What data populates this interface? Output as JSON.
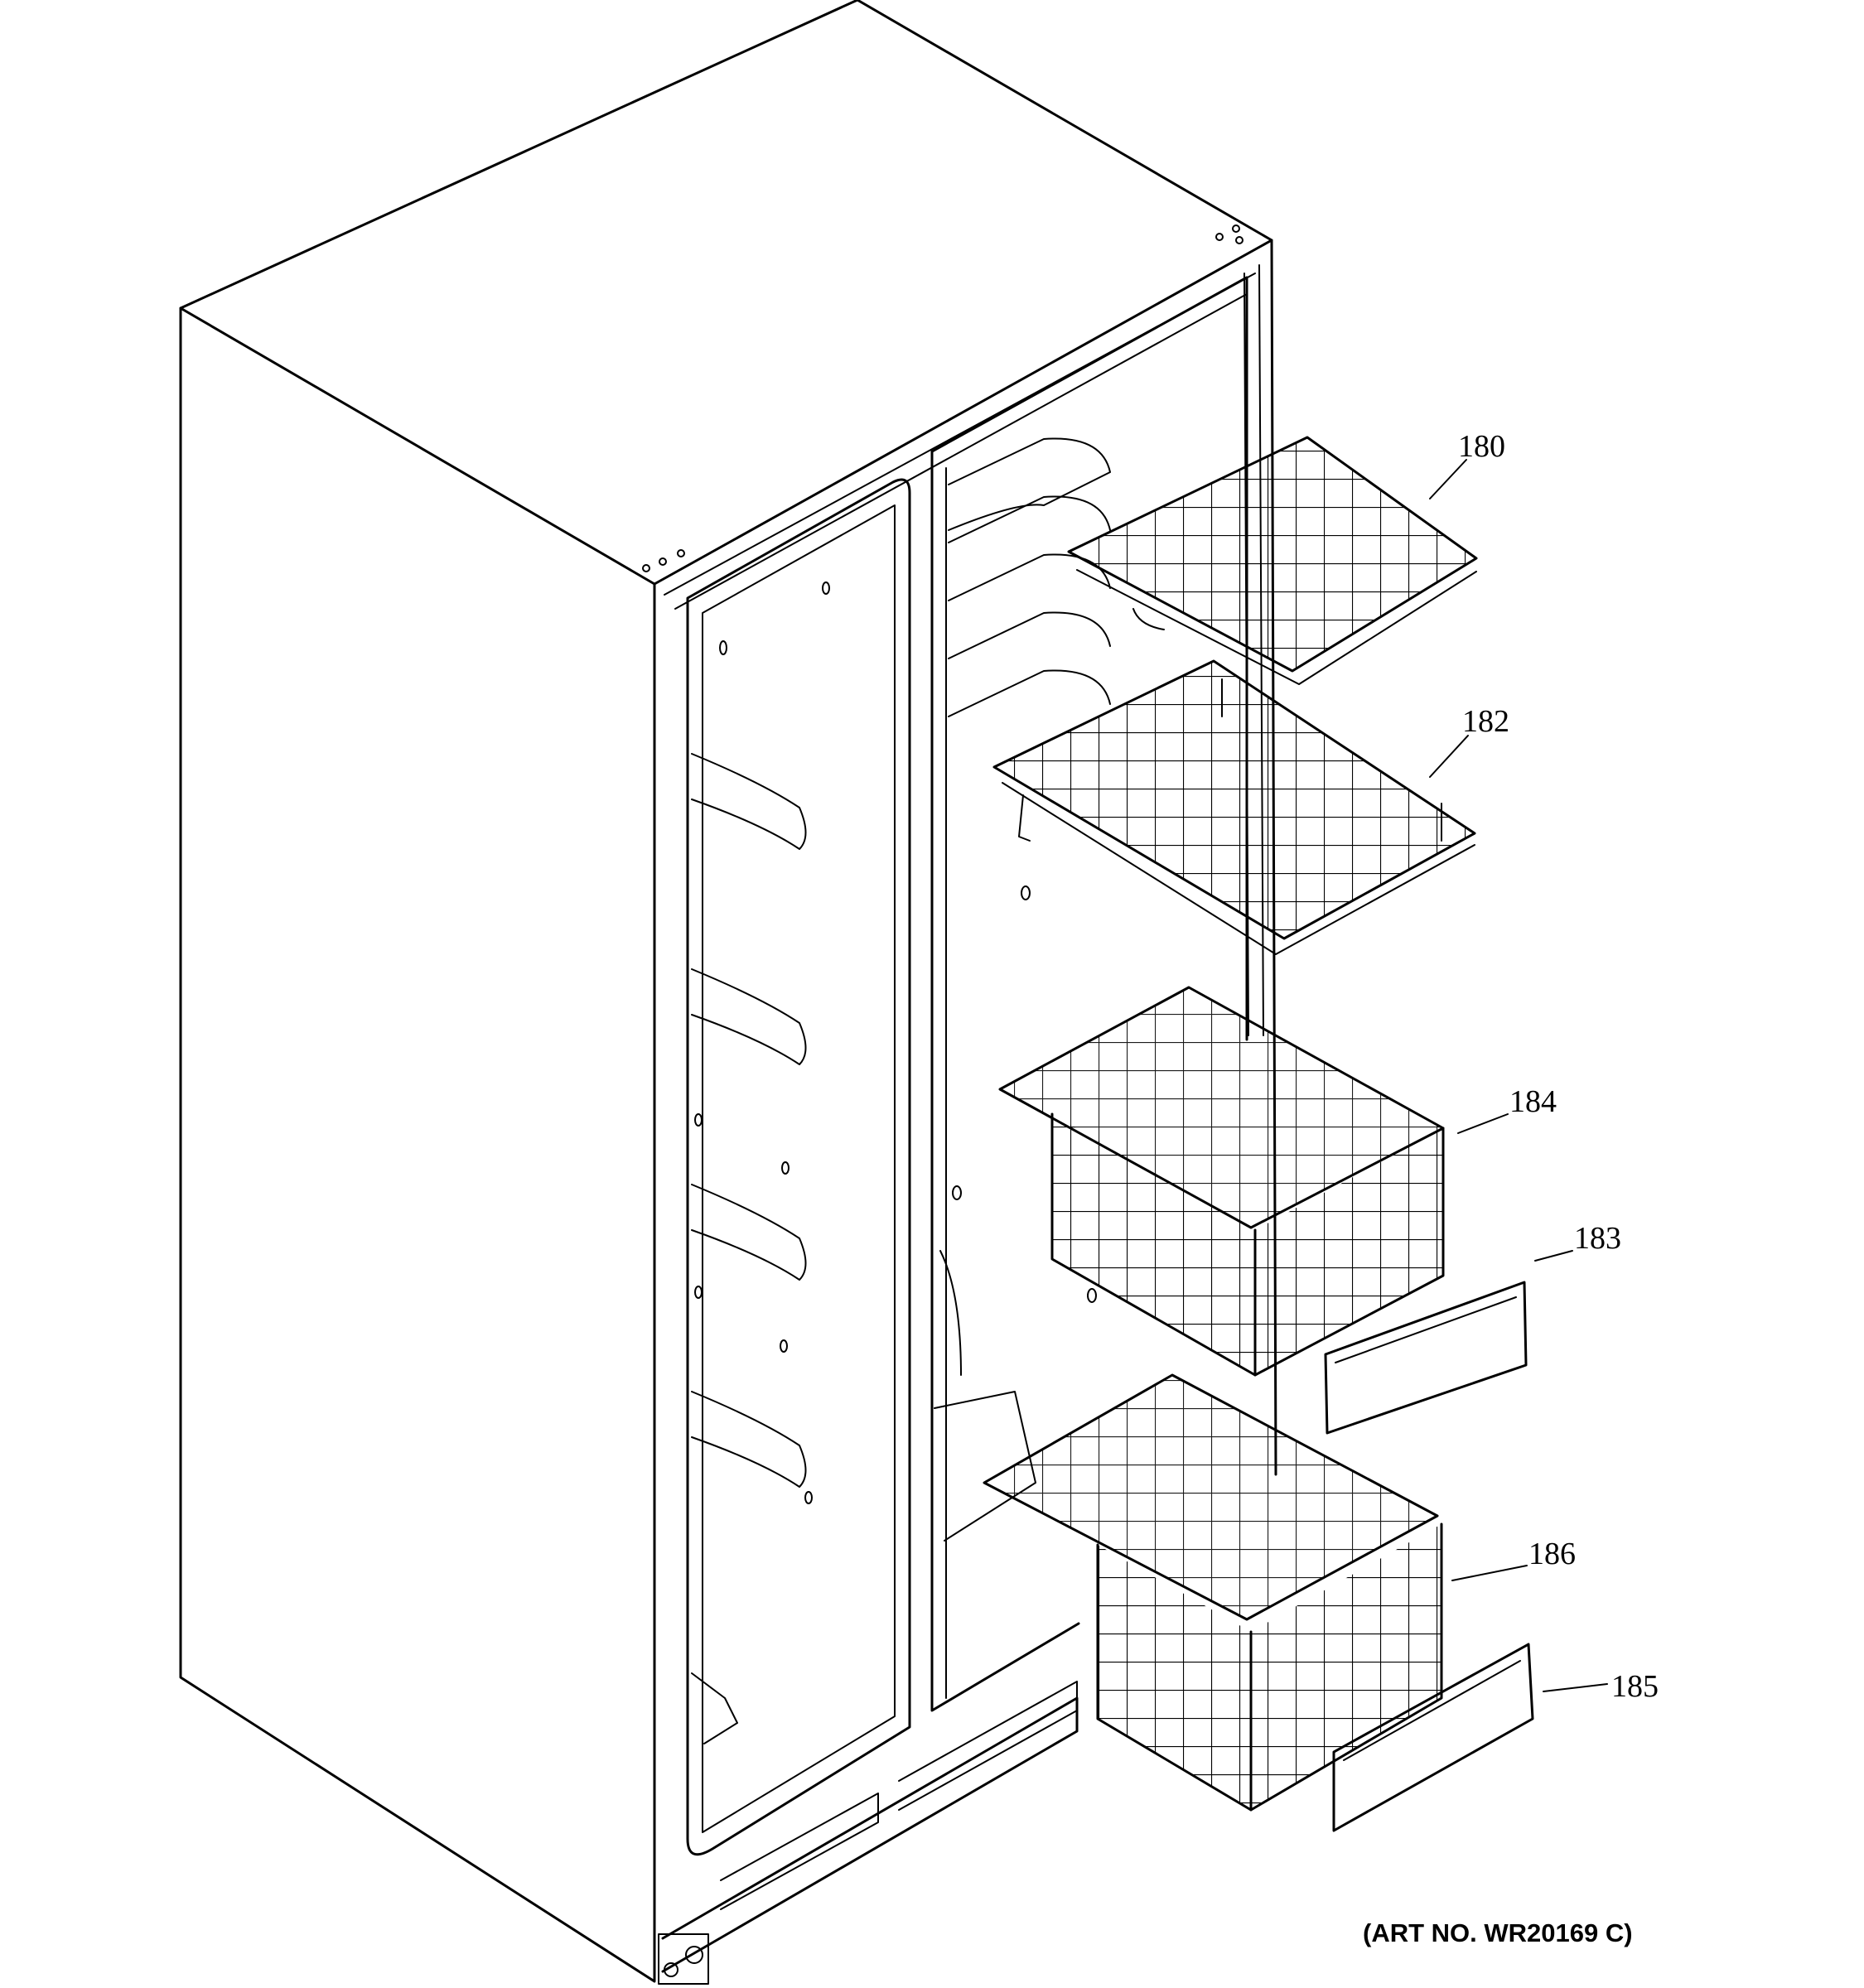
{
  "callouts": [
    {
      "id": "180",
      "label": "180"
    },
    {
      "id": "182",
      "label": "182"
    },
    {
      "id": "184",
      "label": "184"
    },
    {
      "id": "183",
      "label": "183"
    },
    {
      "id": "186",
      "label": "186"
    },
    {
      "id": "185",
      "label": "185"
    }
  ],
  "art_number": "(ART NO. WR20169 C)"
}
